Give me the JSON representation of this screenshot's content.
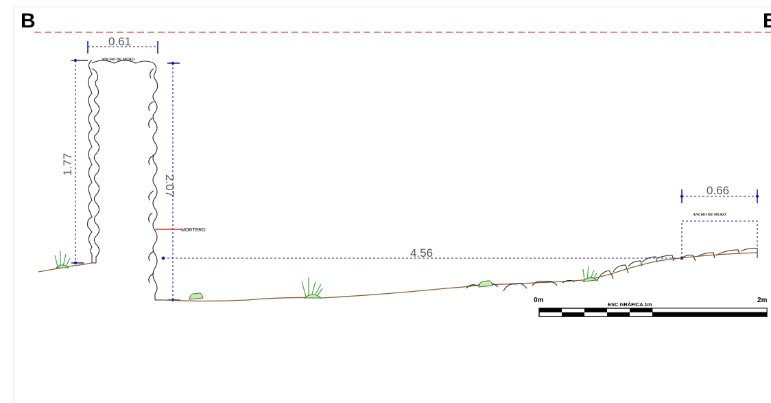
{
  "section": {
    "left_label": "B",
    "right_label": "B",
    "cut_line_color": "#e04040"
  },
  "dimensions": {
    "wall_left_width": "0.61",
    "wall_left_height": "1.77",
    "wall_left_inner_height": "2.07",
    "span": "4.56",
    "wall_right_width": "0.66"
  },
  "labels": {
    "wall_width_left": "ANCHO DE MURO",
    "wall_width_right": "ANCHO DE MURO",
    "mortar": "MORTERO"
  },
  "scale_bar": {
    "start": "0m",
    "end": "2m",
    "title": "ESC GRÁFICA 1m"
  },
  "colors": {
    "dimension": "#1a1aa8",
    "mortar_leader": "#d62828",
    "ground": "#8a5a2b",
    "vegetation": "#3aa63a"
  }
}
